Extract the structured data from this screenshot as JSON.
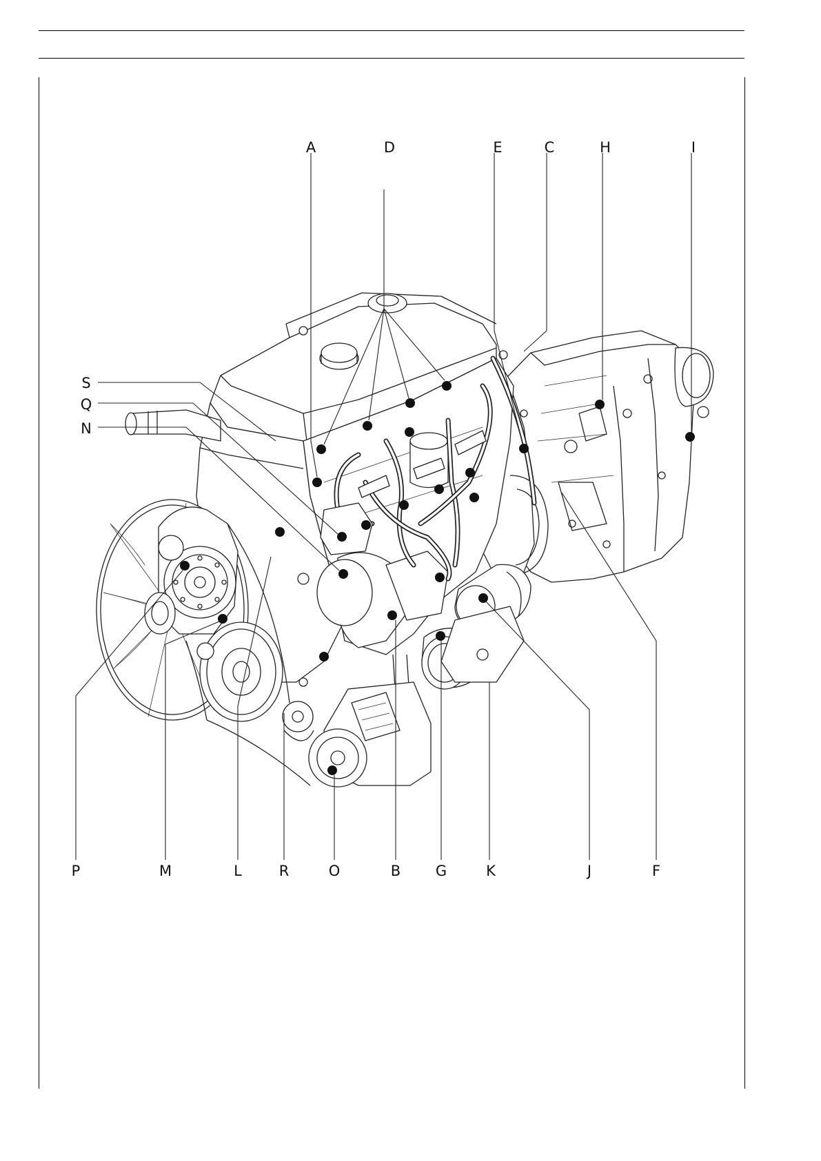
{
  "labels": {
    "top": [
      "A",
      "D",
      "E",
      "C",
      "H",
      "I"
    ],
    "left": [
      "S",
      "Q",
      "N"
    ],
    "bottom": [
      "P",
      "M",
      "L",
      "R",
      "O",
      "B",
      "G",
      "K",
      "J",
      "F"
    ]
  }
}
